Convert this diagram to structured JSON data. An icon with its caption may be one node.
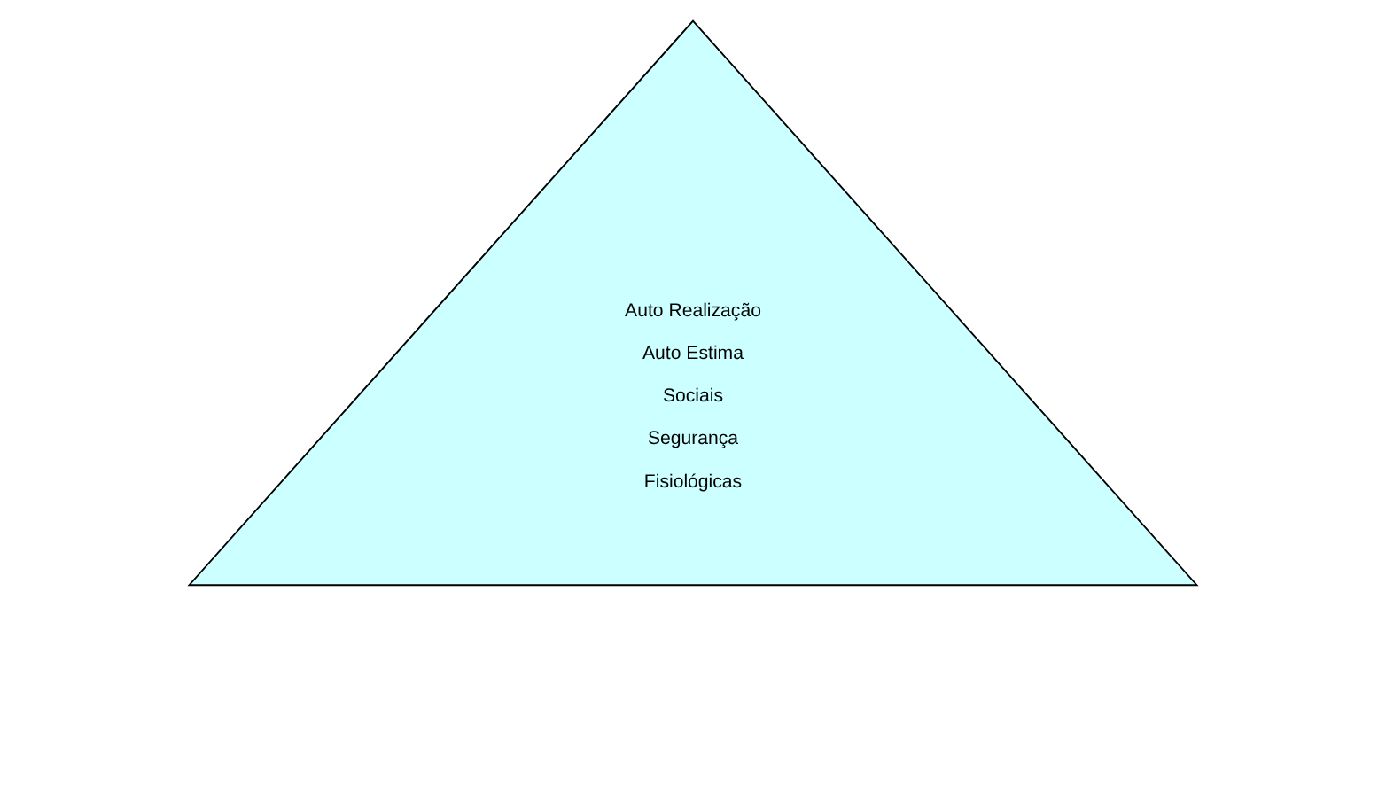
{
  "diagram": {
    "nodes": [
      {
        "text": [
          "Auto Realização",
          "Auto Estima",
          "Sociais",
          "Segurança",
          "Fisiológicas"
        ]
      }
    ],
    "edges": []
  }
}
